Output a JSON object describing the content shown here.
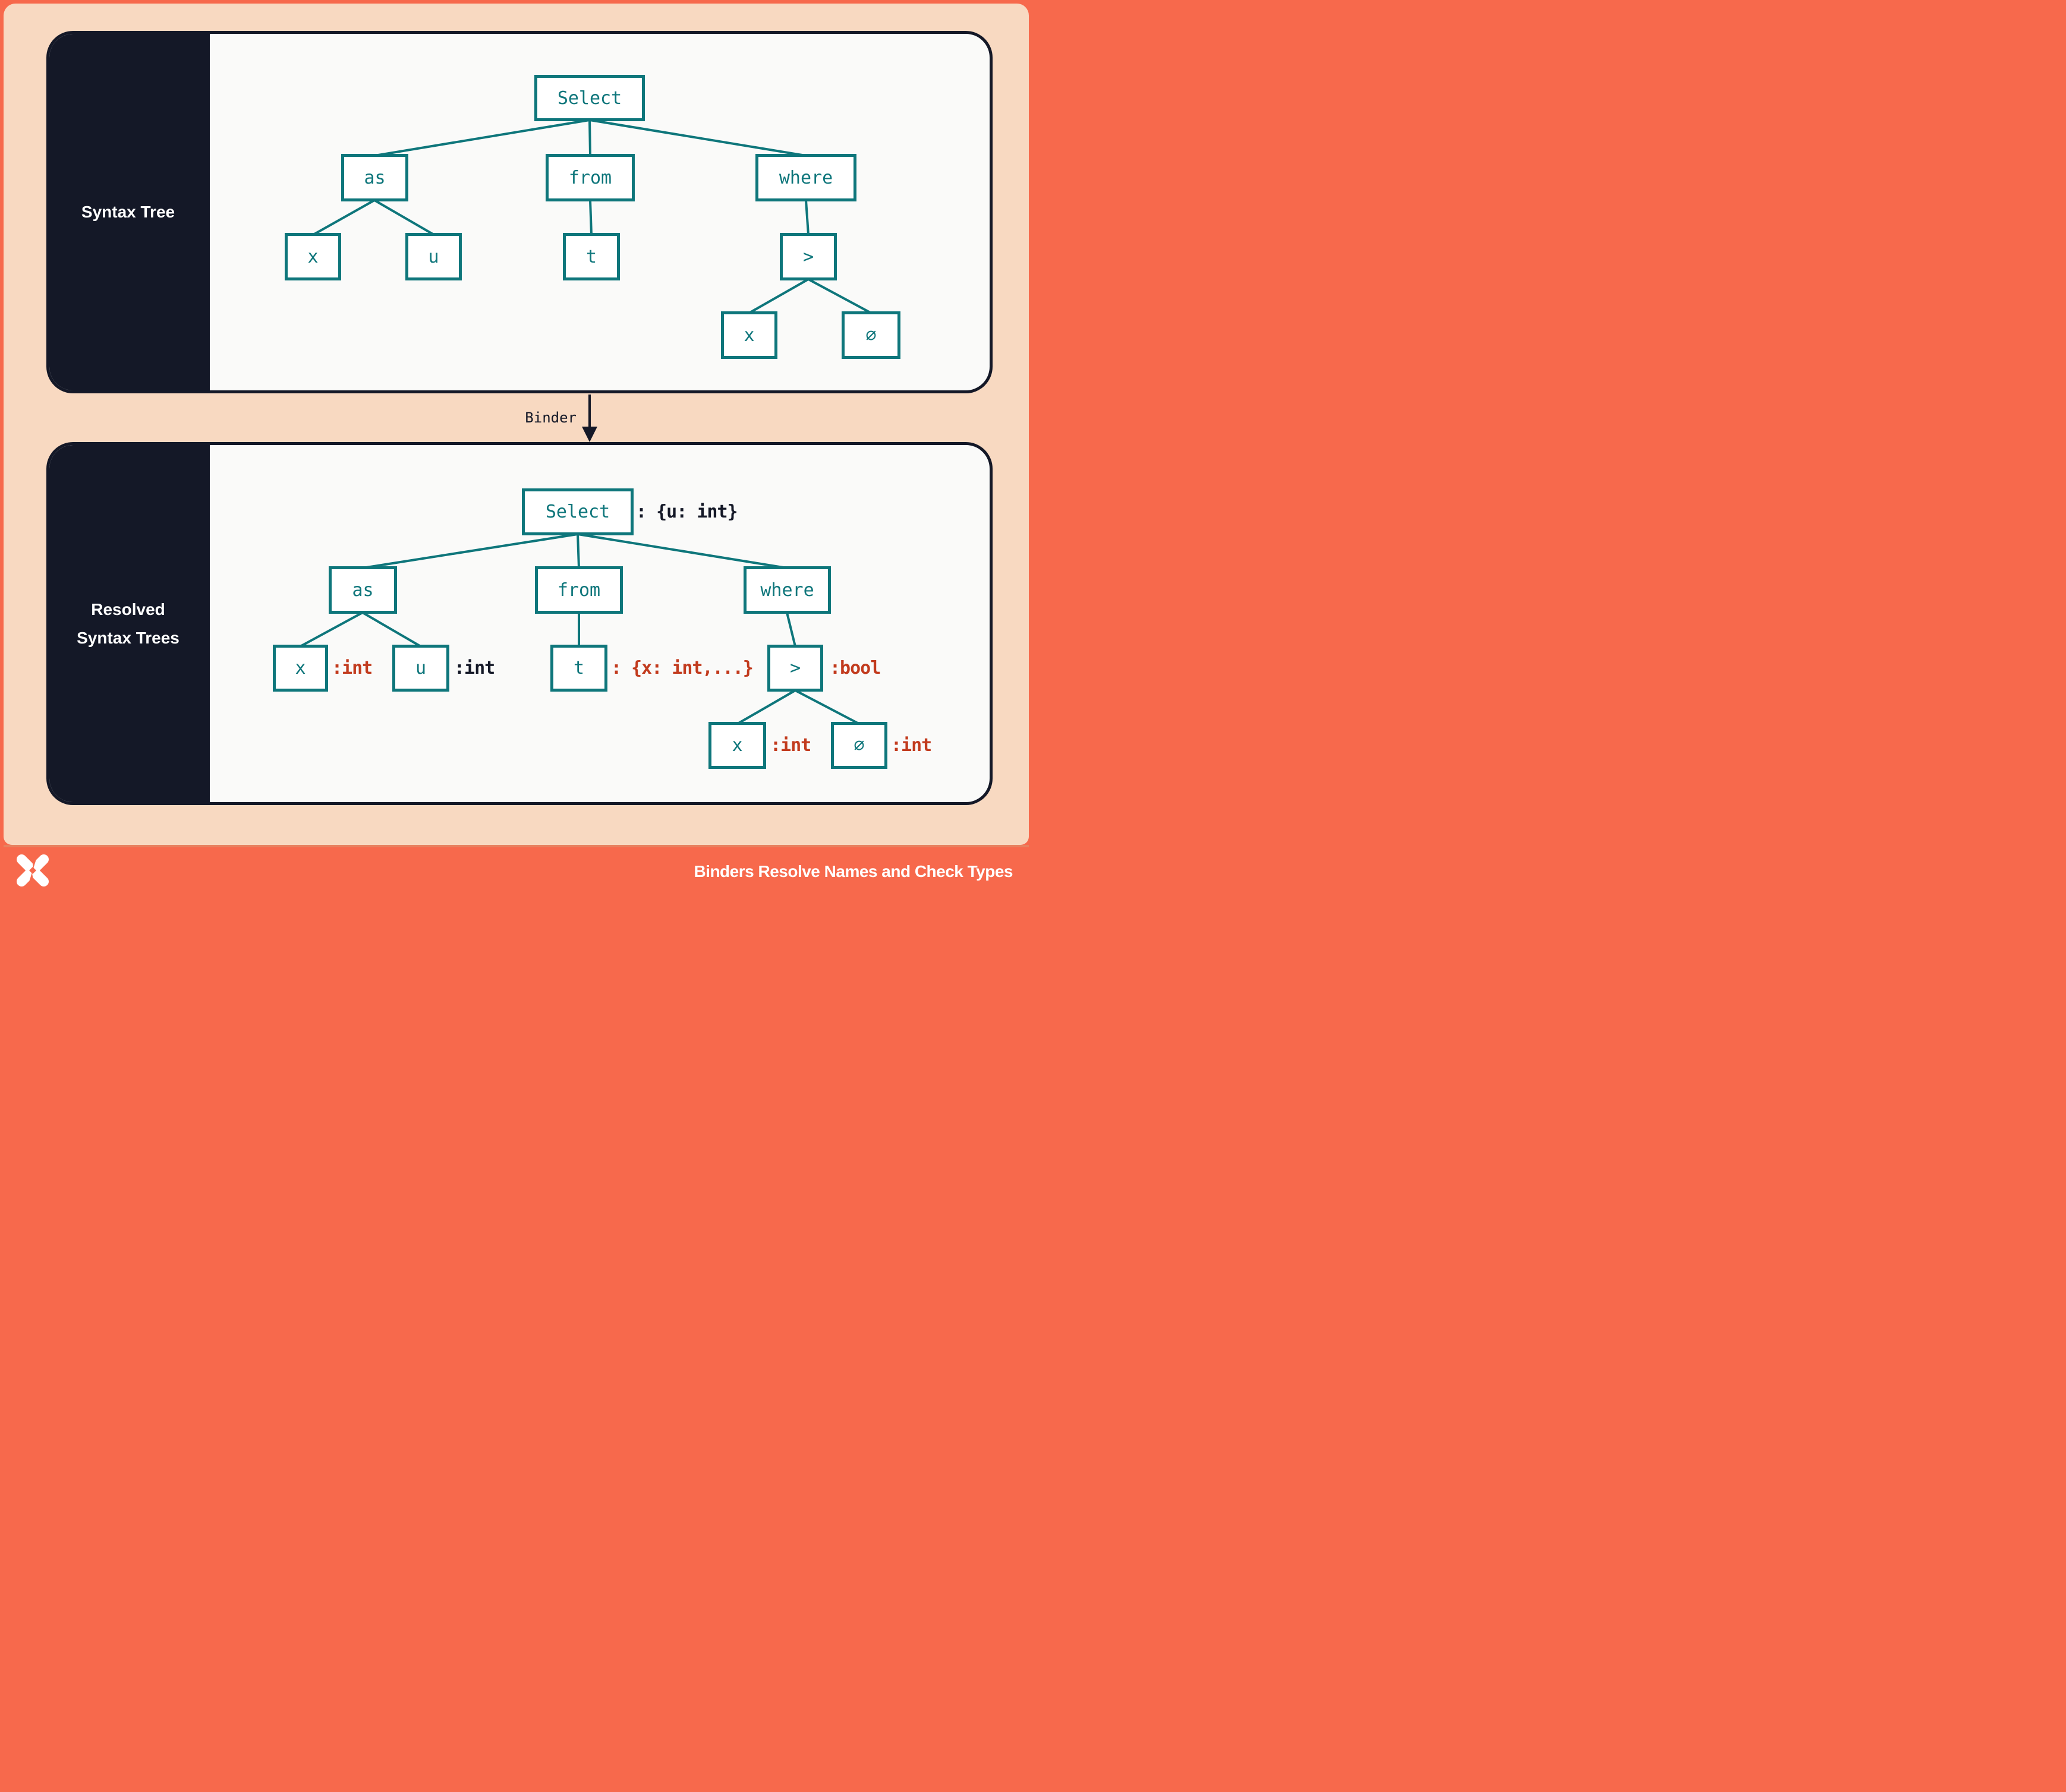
{
  "panels": [
    {
      "sidebar_lines": [
        "Syntax Tree"
      ],
      "nodes": {
        "select": "Select",
        "as": "as",
        "from": "from",
        "where": "where",
        "x1": "x",
        "u": "u",
        "t": "t",
        "gt": ">",
        "x2": "x",
        "zero": "∅"
      }
    },
    {
      "sidebar_lines": [
        "Resolved",
        "Syntax Trees"
      ],
      "nodes": {
        "select": "Select",
        "as": "as",
        "from": "from",
        "where": "where",
        "x1": "x",
        "u": "u",
        "t": "t",
        "gt": ">",
        "x2": "x",
        "zero": "∅"
      },
      "annotations": {
        "select_type": ": {u: int}",
        "x1_type": ":int",
        "u_type": ":int",
        "t_type": ": {x: int,...}",
        "gt_type": ":bool",
        "x2_type": ":int",
        "zero_type": ":int"
      }
    }
  ],
  "binder": {
    "label": "Binder"
  },
  "footer": {
    "title": "Binders Resolve Names and Check Types",
    "logo": "x-pinwheel-logo"
  },
  "colors": {
    "accent_orange": "#f7694c",
    "peach": "#f8d9c1",
    "navy": "#141827",
    "teal": "#0e767b",
    "type_red": "#c23b1e",
    "panel_bg": "#fafaf9"
  }
}
